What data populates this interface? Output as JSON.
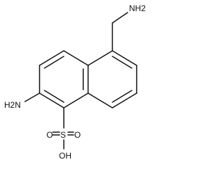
{
  "structure": {
    "labels": {
      "top_amine": "NH2",
      "left_amine": "H2N",
      "sulfonyl_o_left": "O",
      "sulfonyl_s": "S",
      "sulfonyl_o_right": "O",
      "hydroxyl": "OH"
    }
  }
}
